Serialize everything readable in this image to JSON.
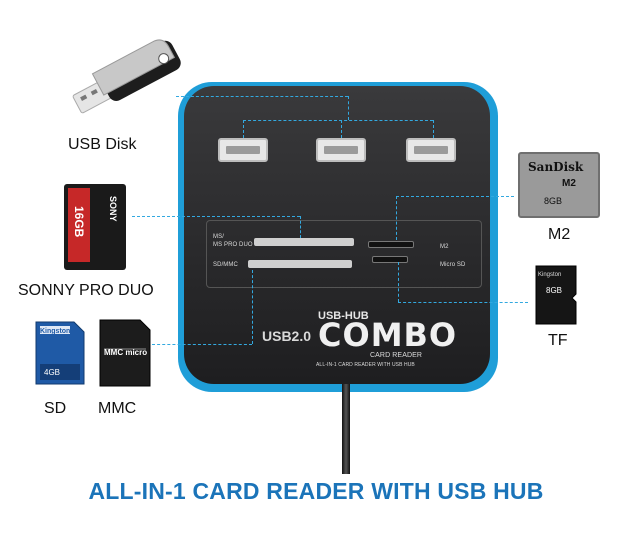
{
  "peripherals": {
    "usb_disk": "USB Disk",
    "sony_pro_duo": "SONNY PRO DUO",
    "sd": "SD",
    "mmc": "MMC",
    "m2": "M2",
    "tf": "TF"
  },
  "device": {
    "slot_labels": {
      "ms": "MS/",
      "ms_pro_duo": "MS PRO DUO",
      "sd_mmc": "SD/MMC",
      "m2": "M2",
      "micro_sd": "Micro SD"
    },
    "brand_top": "USB-HUB",
    "brand_usb": "USB2.0",
    "brand_main": "COMBO",
    "brand_sub": "CARD READER",
    "brand_tagline": "ALL-IN-1 CARD READER WITH USB HUB"
  },
  "cards": {
    "sandisk_brand": "SanDisk",
    "sandisk_type": "M2",
    "sandisk_size": "8GB",
    "sony_brand": "SONY",
    "sony_size": "16GB",
    "kingston_sd_brand": "Kingston",
    "kingston_sd_size": "4GB",
    "mmc_brand": "MMC micro",
    "tf_brand": "Kingston",
    "tf_size": "8GB"
  },
  "caption": "ALL-IN-1 CARD READER WITH USB HUB",
  "colors": {
    "accent_blue": "#1f9ed8",
    "caption_blue": "#1b74b9",
    "device_body": "#2a2a2c"
  }
}
